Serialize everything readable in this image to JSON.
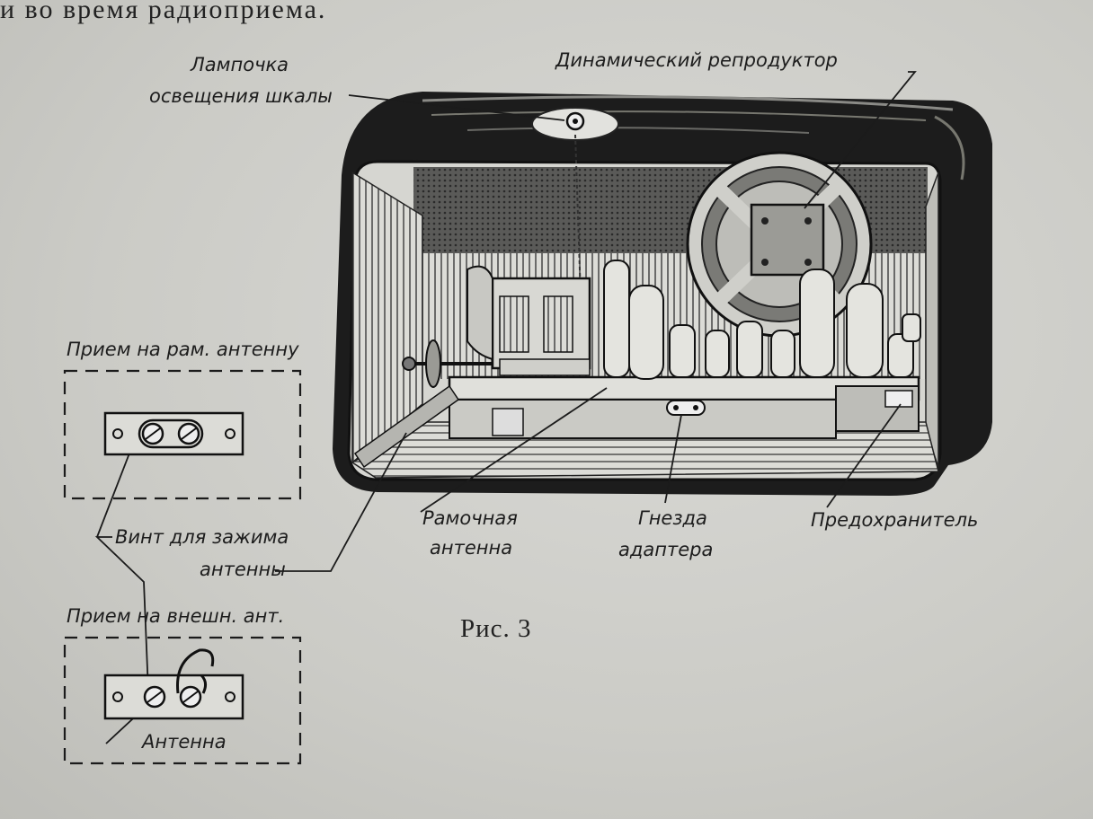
{
  "page_text": "и во время радиоприема.",
  "figure": {
    "labels": {
      "dial_lamp_line1": "Лампочка",
      "dial_lamp_line2": "освещения шкалы",
      "speaker": "Динамический репродуктор",
      "loop_reception": "Прием на рам. антенну",
      "ext_reception": "Прием на внешн. ант.",
      "screw_line1": "Винт для зажима",
      "screw_line2": "антенны",
      "loop_antenna_line1": "Рамочная",
      "loop_antenna_line2": "антенна",
      "adapter_line1": "Гнезда",
      "adapter_line2": "адаптера",
      "fuse": "Предохранитель",
      "antenna": "Антенна"
    },
    "caption": "Рис. 3"
  },
  "colors": {
    "paper": "#cfcfcb",
    "ink": "#1b1b1b"
  }
}
